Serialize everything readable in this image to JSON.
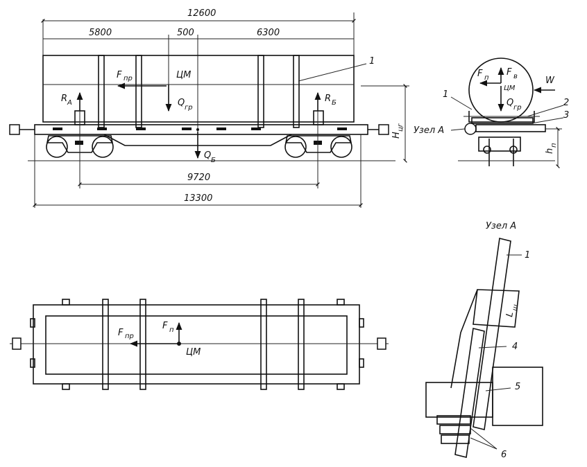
{
  "side_view": {
    "dim_total": "12600",
    "dim_left": "5800",
    "dim_mid": "500",
    "dim_right": "6300",
    "dim_bogie_centers": "9720",
    "dim_overall": "13300",
    "label_1": "1",
    "f_pr": "F",
    "f_pr_sub": "пр",
    "cm": "ЦМ",
    "q_gr": "Q",
    "q_gr_sub": "гр",
    "r_a": "R",
    "r_a_sub": "А",
    "r_b": "R",
    "r_b_sub": "Б",
    "q_b": "Q",
    "q_b_sub": "Б",
    "h_cg": "H",
    "h_cg_sub": "цг"
  },
  "end_view": {
    "f_p": "F",
    "f_p_sub": "п",
    "f_v": "F",
    "f_v_sub": "в",
    "cm": "ЦМ",
    "w": "W",
    "q_gr": "Q",
    "q_gr_sub": "гр",
    "label_1": "1",
    "label_2": "2",
    "label_3": "3",
    "node": "Узел А",
    "h_p": "h",
    "h_p_sub": "п"
  },
  "plan_view": {
    "f_pr": "F",
    "f_pr_sub": "пр",
    "f_p": "F",
    "f_p_sub": "п",
    "cm": "ЦМ"
  },
  "node_detail": {
    "title": "Узел А",
    "label_1": "1",
    "l_sh": "L",
    "l_sh_sub": "ш",
    "label_4": "4",
    "label_5": "5",
    "label_6": "6"
  }
}
